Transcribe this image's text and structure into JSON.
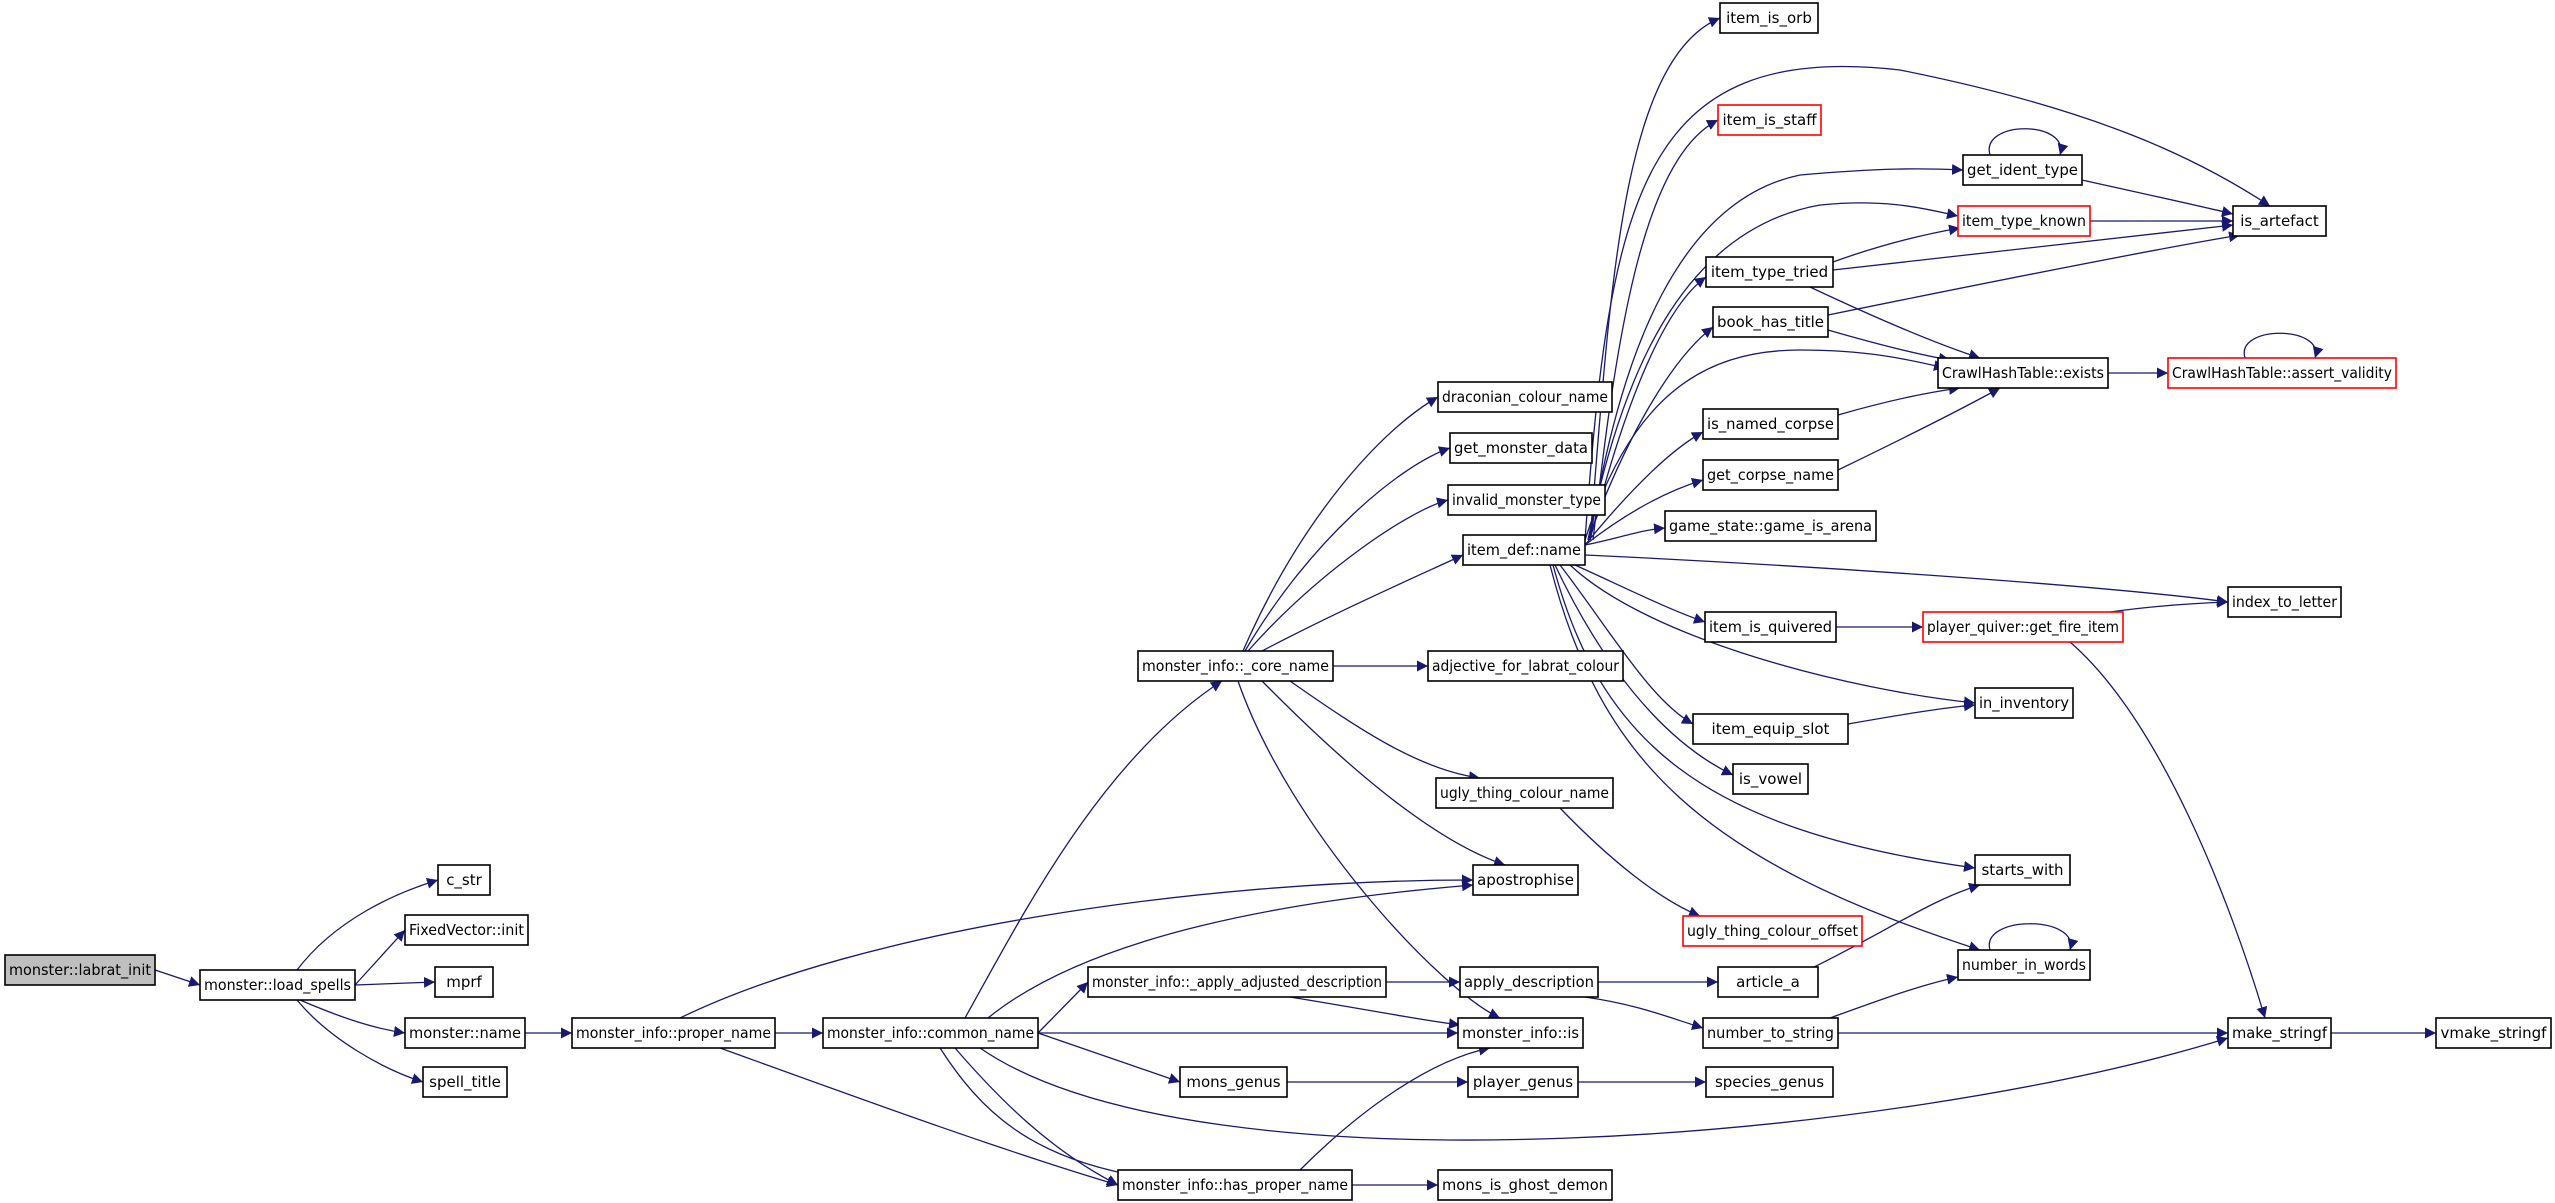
{
  "graph": {
    "edge_color": "#191970",
    "root_fill": "#bfbfbf",
    "red_border": "#ff0000",
    "nodes": [
      {
        "id": "labrat_init",
        "label": "monster::labrat_init",
        "style": "root"
      },
      {
        "id": "load_spells",
        "label": "monster::load_spells"
      },
      {
        "id": "c_str",
        "label": "c_str"
      },
      {
        "id": "fv_init",
        "label": "FixedVector::init"
      },
      {
        "id": "mprf",
        "label": "mprf"
      },
      {
        "id": "mname",
        "label": "monster::name"
      },
      {
        "id": "spell_title",
        "label": "spell_title"
      },
      {
        "id": "proper_name",
        "label": "monster_info::proper_name"
      },
      {
        "id": "common_name",
        "label": "monster_info::common_name"
      },
      {
        "id": "core_name",
        "label": "monster_info::_core_name"
      },
      {
        "id": "apply_adj",
        "label": "monster_info::_apply_adjusted_description"
      },
      {
        "id": "mi_is",
        "label": "monster_info::is"
      },
      {
        "id": "has_proper",
        "label": "monster_info::has_proper_name"
      },
      {
        "id": "mons_genus",
        "label": "mons_genus"
      },
      {
        "id": "apostrophise",
        "label": "apostrophise"
      },
      {
        "id": "draconian",
        "label": "draconian_colour_name"
      },
      {
        "id": "get_mdata",
        "label": "get_monster_data"
      },
      {
        "id": "invalid_mt",
        "label": "invalid_monster_type"
      },
      {
        "id": "item_name",
        "label": "item_def::name"
      },
      {
        "id": "adj_labrat",
        "label": "adjective_for_labrat_colour"
      },
      {
        "id": "ugly_colour",
        "label": "ugly_thing_colour_name"
      },
      {
        "id": "ugly_offset",
        "label": "ugly_thing_colour_offset",
        "style": "red"
      },
      {
        "id": "apply_desc",
        "label": "apply_description"
      },
      {
        "id": "article_a",
        "label": "article_a"
      },
      {
        "id": "num_to_str",
        "label": "number_to_string"
      },
      {
        "id": "player_genus",
        "label": "player_genus"
      },
      {
        "id": "species_genus",
        "label": "species_genus"
      },
      {
        "id": "ghost_demon",
        "label": "mons_is_ghost_demon"
      },
      {
        "id": "item_is_orb",
        "label": "item_is_orb"
      },
      {
        "id": "item_is_staff",
        "label": "item_is_staff",
        "style": "red"
      },
      {
        "id": "get_ident",
        "label": "get_ident_type"
      },
      {
        "id": "type_known",
        "label": "item_type_known",
        "style": "red"
      },
      {
        "id": "type_tried",
        "label": "item_type_tried"
      },
      {
        "id": "book_title",
        "label": "book_has_title"
      },
      {
        "id": "chash_exists",
        "label": "CrawlHashTable::exists"
      },
      {
        "id": "named_corpse",
        "label": "is_named_corpse"
      },
      {
        "id": "corpse_name",
        "label": "get_corpse_name"
      },
      {
        "id": "game_arena",
        "label": "game_state::game_is_arena"
      },
      {
        "id": "item_quivered",
        "label": "item_is_quivered"
      },
      {
        "id": "fire_item",
        "label": "player_quiver::get_fire_item",
        "style": "red"
      },
      {
        "id": "equip_slot",
        "label": "item_equip_slot"
      },
      {
        "id": "is_vowel",
        "label": "is_vowel"
      },
      {
        "id": "starts_with",
        "label": "starts_with"
      },
      {
        "id": "num_words",
        "label": "number_in_words"
      },
      {
        "id": "in_inventory",
        "label": "in_inventory"
      },
      {
        "id": "index_letter",
        "label": "index_to_letter"
      },
      {
        "id": "is_artefact",
        "label": "is_artefact"
      },
      {
        "id": "assert_valid",
        "label": "CrawlHashTable::assert_validity",
        "style": "red"
      },
      {
        "id": "make_stringf",
        "label": "make_stringf"
      },
      {
        "id": "vmake_stringf",
        "label": "vmake_stringf"
      }
    ]
  }
}
